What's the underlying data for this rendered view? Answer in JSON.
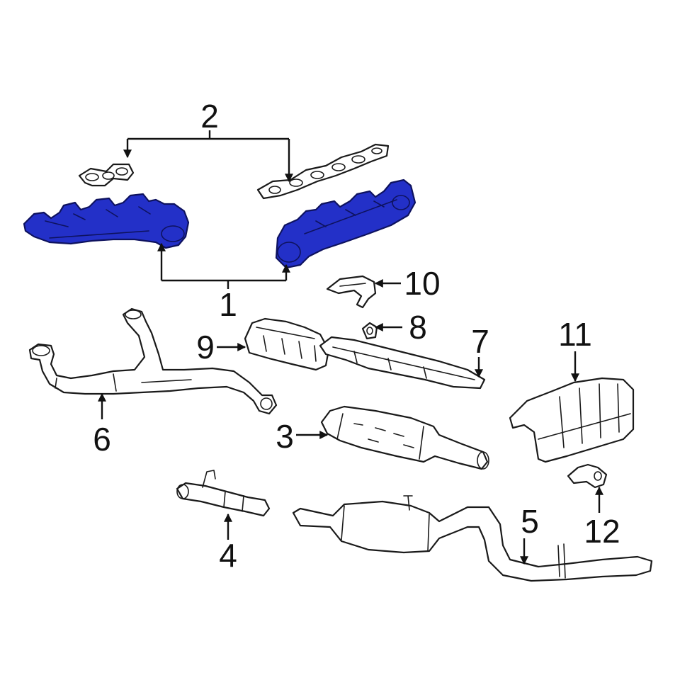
{
  "colors": {
    "highlight": "#2330c8",
    "highlight_outline": "#0e125e",
    "linework": "#1a1a1a",
    "background": "#ffffff"
  },
  "callouts": {
    "c1": "1",
    "c2": "2",
    "c3": "3",
    "c4": "4",
    "c5": "5",
    "c6": "6",
    "c7": "7",
    "c8": "8",
    "c9": "9",
    "c10": "10",
    "c11": "11",
    "c12": "12"
  },
  "highlighted_part": "1"
}
